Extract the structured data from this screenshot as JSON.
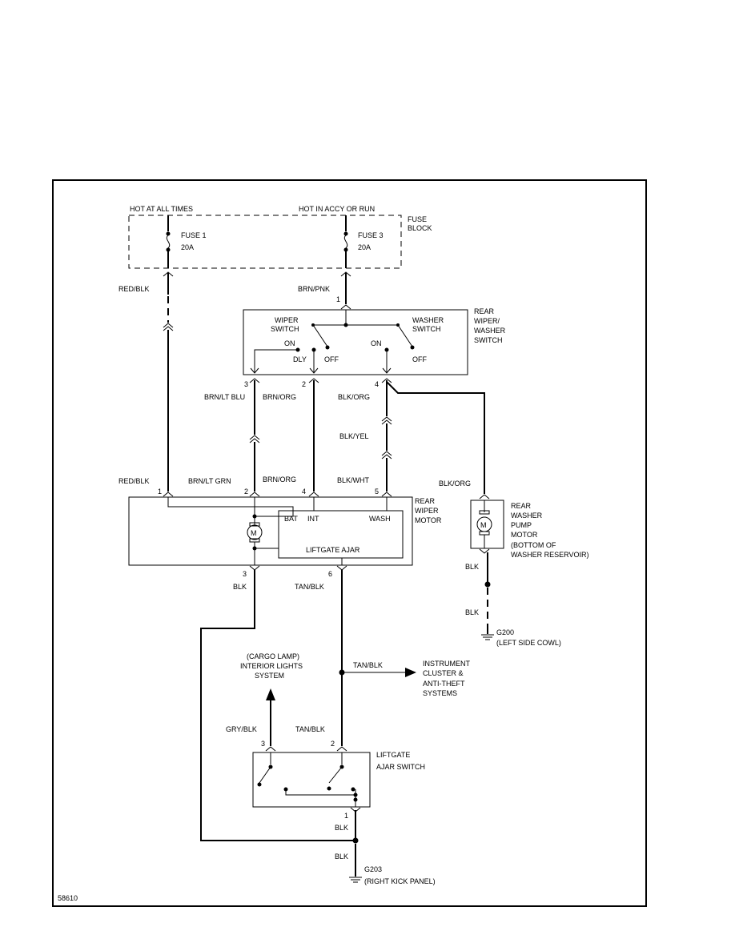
{
  "figure_id": "58610",
  "fuse_block": {
    "label_line1": "FUSE",
    "label_line2": "BLOCK",
    "hot_at_all_times": "HOT AT ALL TIMES",
    "hot_in_accy": "HOT IN ACCY OR RUN",
    "fuse1_name": "FUSE 1",
    "fuse1_rating": "20A",
    "fuse3_name": "FUSE 3",
    "fuse3_rating": "20A"
  },
  "switch": {
    "title_lines": [
      "REAR",
      "WIPER/",
      "WASHER",
      "SWITCH"
    ],
    "wiper_label_lines": [
      "WIPER",
      "SWITCH"
    ],
    "washer_label_lines": [
      "WASHER",
      "SWITCH"
    ],
    "wiper_on": "ON",
    "wiper_dly": "DLY",
    "wiper_off": "OFF",
    "washer_on": "ON",
    "washer_off": "OFF"
  },
  "motor": {
    "title_lines": [
      "REAR",
      "WIPER",
      "MOTOR"
    ],
    "bat": "BAT",
    "int": "INT",
    "wash": "WASH",
    "liftgate_ajar": "LIFTGATE AJAR",
    "m": "M"
  },
  "pump": {
    "title_lines": [
      "REAR",
      "WASHER",
      "PUMP",
      "MOTOR",
      "(BOTTOM OF",
      "WASHER RESERVOIR)"
    ],
    "m": "M"
  },
  "liftgate_switch": {
    "title_lines": [
      "LIFTGATE",
      "AJAR SWITCH"
    ]
  },
  "cargo_lamp": {
    "lines": [
      "(CARGO LAMP)",
      "INTERIOR LIGHTS",
      "SYSTEM"
    ]
  },
  "instrument": {
    "lines": [
      "INSTRUMENT",
      "CLUSTER &",
      "ANTI-THEFT",
      "SYSTEMS"
    ]
  },
  "grounds": {
    "g200": "G200",
    "g200_location": "(LEFT SIDE COWL)",
    "g203": "G203",
    "g203_location": "(RIGHT KICK PANEL)"
  },
  "wires": {
    "red_blk_top": "RED/BLK",
    "brn_pnk": "BRN/PNK",
    "brn_lt_blu": "BRN/LT BLU",
    "brn_org_top": "BRN/ORG",
    "blk_org_top": "BLK/ORG",
    "blk_yel": "BLK/YEL",
    "red_blk_mid": "RED/BLK",
    "brn_lt_grn": "BRN/LT GRN",
    "brn_org_mid": "BRN/ORG",
    "blk_wht": "BLK/WHT",
    "blk_org_pump": "BLK/ORG",
    "blk_motor": "BLK",
    "tan_blk_motor": "TAN/BLK",
    "blk_pump1": "BLK",
    "blk_pump2": "BLK",
    "tan_blk_branch": "TAN/BLK",
    "gry_blk": "GRY/BLK",
    "tan_blk_switch": "TAN/BLK",
    "blk_sw1": "BLK",
    "blk_sw2": "BLK"
  },
  "pins": {
    "sw_in": "1",
    "sw_3": "3",
    "sw_2": "2",
    "sw_4": "4",
    "mot_1": "1",
    "mot_2": "2",
    "mot_4": "4",
    "mot_5": "5",
    "mot_3": "3",
    "mot_6": "6",
    "ls_3": "3",
    "ls_2": "2",
    "ls_1": "1"
  }
}
